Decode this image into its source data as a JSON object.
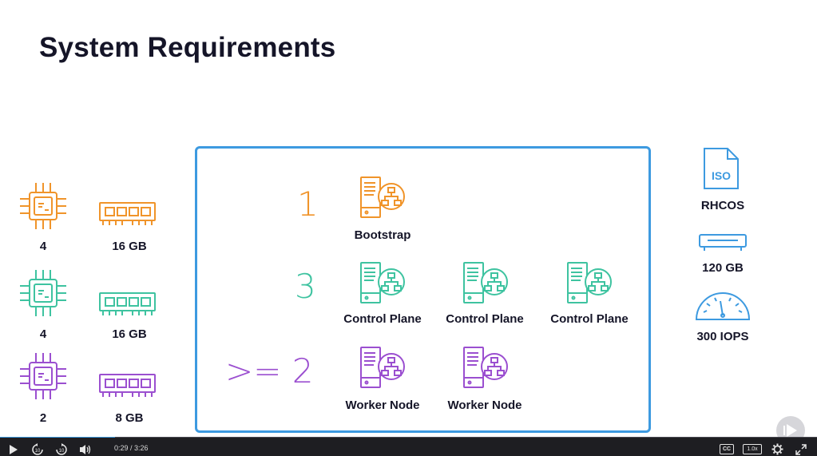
{
  "slide": {
    "title": "System Requirements",
    "left_specs": [
      {
        "cpu": "4",
        "memory": "16 GB",
        "color": "#f0942a"
      },
      {
        "cpu": "4",
        "memory": "16 GB",
        "color": "#3ec3a0"
      },
      {
        "cpu": "2",
        "memory": "8 GB",
        "color": "#9b4fd0"
      }
    ],
    "rows": [
      {
        "count": "1",
        "color": "#f0942a",
        "nodes": [
          "Bootstrap"
        ]
      },
      {
        "count": "3",
        "color": "#3ec3a0",
        "nodes": [
          "Control Plane",
          "Control Plane",
          "Control Plane"
        ]
      },
      {
        "count": ">= 2",
        "color": "#9b4fd0",
        "nodes": [
          "Worker Node",
          "Worker Node"
        ]
      }
    ],
    "right_specs": {
      "os_icon_text": "ISO",
      "os": "RHCOS",
      "disk": "120 GB",
      "iops": "300 IOPS",
      "color": "#3d9ae0"
    }
  },
  "player": {
    "current_time": "0:29",
    "duration": "3:26",
    "time_display": "0:29 / 3:26",
    "progress": 0.141,
    "rewind_label": "10",
    "forward_label": "10",
    "cc_label": "CC",
    "speed_label": "1.0x",
    "accent": "#3d9ae0"
  }
}
